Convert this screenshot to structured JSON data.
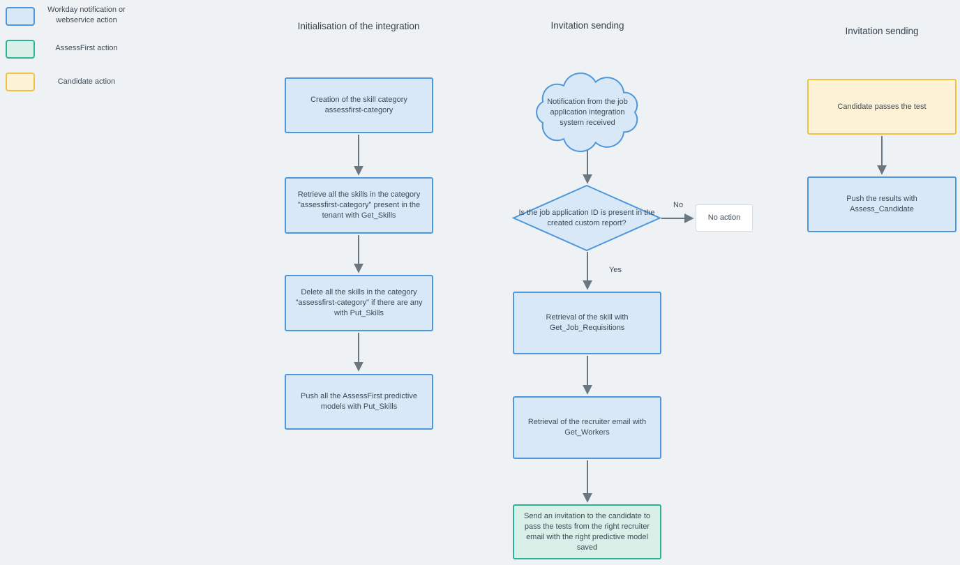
{
  "legend": {
    "items": [
      {
        "label": "Workday notification or webservice action",
        "fill": "#d8e8f7",
        "border": "#4d97da"
      },
      {
        "label": "AssessFirst action",
        "fill": "#d9f0e9",
        "border": "#2ab394"
      },
      {
        "label": "Candidate action",
        "fill": "#fdf2d5",
        "border": "#eec343"
      }
    ]
  },
  "columns": [
    {
      "title": "Initialisation of the integration",
      "steps": [
        {
          "text": "Creation of the skill category assessfirst-category"
        },
        {
          "text": "Retrieve all the skills in the category \"assessfirst-category\" present in the tenant with Get_Skills"
        },
        {
          "text": "Delete all the skills in the category \"assessfirst-category\" if there are any with Put_Skills"
        },
        {
          "text": "Push all the AssessFirst predictive models with Put_Skills"
        }
      ]
    },
    {
      "title": "Invitation sending",
      "cloud_text": "Notification from the job application integration system received",
      "decision_text": "Is the job application ID is present in the created custom report?",
      "no_label": "No",
      "yes_label": "Yes",
      "no_action_text": "No action",
      "steps": [
        {
          "text": "Retrieval of the skill with Get_Job_Requisitions"
        },
        {
          "text": "Retrieval of the recruiter email with Get_Workers"
        },
        {
          "text": "Send an invitation to the candidate to pass the tests from the right recruiter email with the right predictive model saved"
        }
      ]
    },
    {
      "title": "Invitation sending",
      "steps": [
        {
          "text": "Candidate passes the test"
        },
        {
          "text": "Push the results with Assess_Candidate"
        }
      ]
    }
  ],
  "colors": {
    "background": "#eff2f5",
    "workday_fill": "#d8e8f7",
    "workday_border": "#4d97da",
    "assessfirst_fill": "#d9f0e9",
    "assessfirst_border": "#2ab394",
    "candidate_fill": "#fdf2d5",
    "candidate_border": "#eec343",
    "arrow": "#6b7780",
    "text": "#3d4a56"
  }
}
